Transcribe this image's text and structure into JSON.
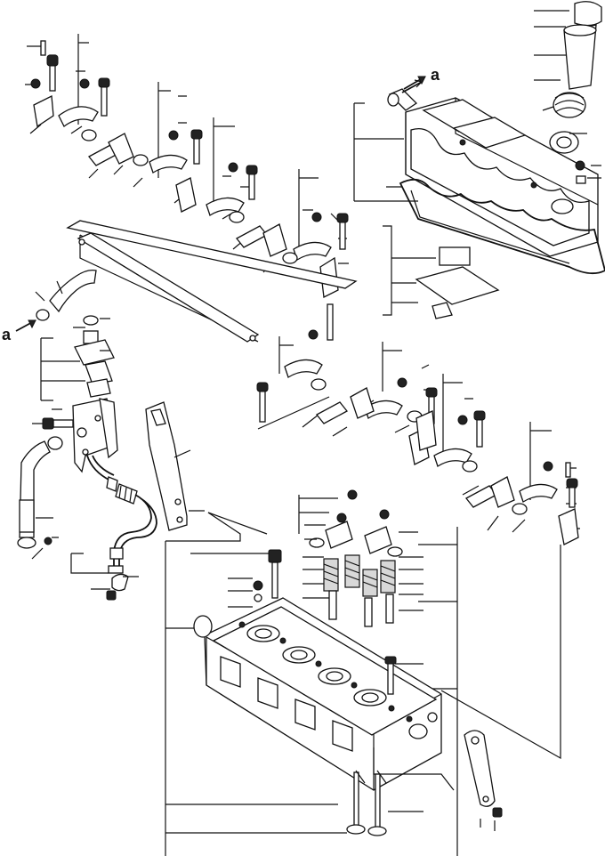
{
  "diagram": {
    "callouts": [
      {
        "id": "callout-a-top",
        "text": "a"
      },
      {
        "id": "callout-a-left",
        "text": "a"
      }
    ]
  }
}
